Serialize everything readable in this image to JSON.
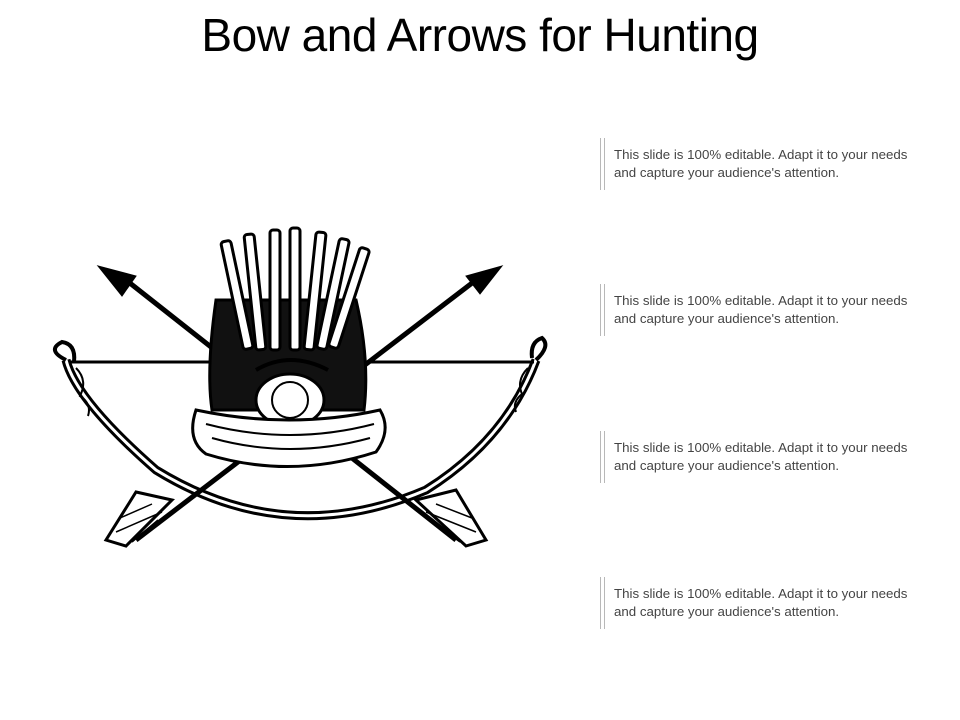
{
  "slide": {
    "title": "Bow and Arrows for Hunting",
    "notes": [
      {
        "text": "This slide is 100% editable. Adapt it to your needs and capture your audience's attention."
      },
      {
        "text": "This slide is 100% editable. Adapt it to your needs and capture your audience's attention."
      },
      {
        "text": "This slide is 100% editable. Adapt it to your needs and capture your audience's attention."
      },
      {
        "text": "This slide is 100% editable. Adapt it to your needs and capture your audience's attention."
      }
    ]
  },
  "colors": {
    "ink": "#000000",
    "note_text": "#444444",
    "divider": "#b8b8b8"
  },
  "icons": {
    "illustration": "bow-arrows-quiver-illustration"
  }
}
